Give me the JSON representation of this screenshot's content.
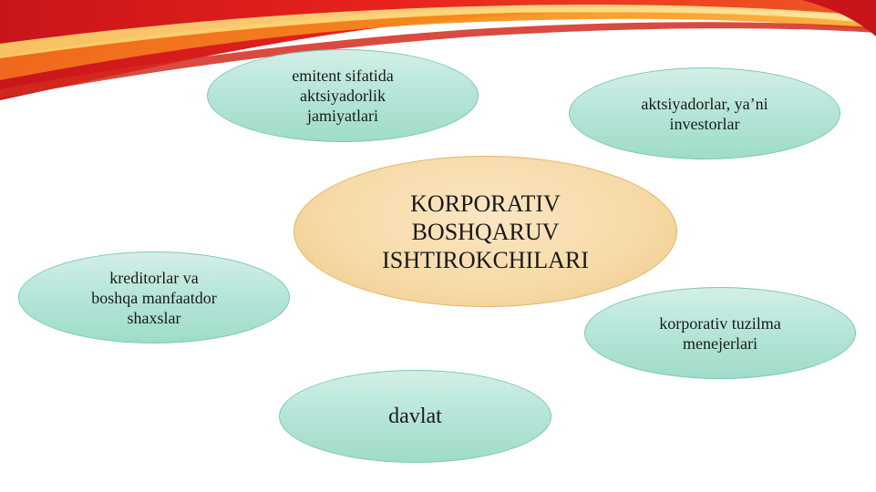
{
  "center": {
    "label": "KORPORATIV\nBOSHQARUV\nISHTIROKCHILARI"
  },
  "participants": [
    {
      "label": "emitent sifatida\naktsiyadorlik\njamiyatlari"
    },
    {
      "label": "aktsiyadorlar, ya’ni\ninvestorlar"
    },
    {
      "label": "kreditorlar va\nboshqa manfaatdor\nshaxslar"
    },
    {
      "label": "korporativ tuzilma\nmenejerlari"
    },
    {
      "label": "davlat"
    }
  ],
  "colors": {
    "node_fill": "#b7e6da",
    "node_border": "#7cc7b3",
    "center_fill": "#f6d9a6",
    "center_border": "#e0b668",
    "swoosh_red": "#e8231c",
    "swoosh_orange": "#f7941d",
    "swoosh_yellow": "#ffd23f"
  }
}
